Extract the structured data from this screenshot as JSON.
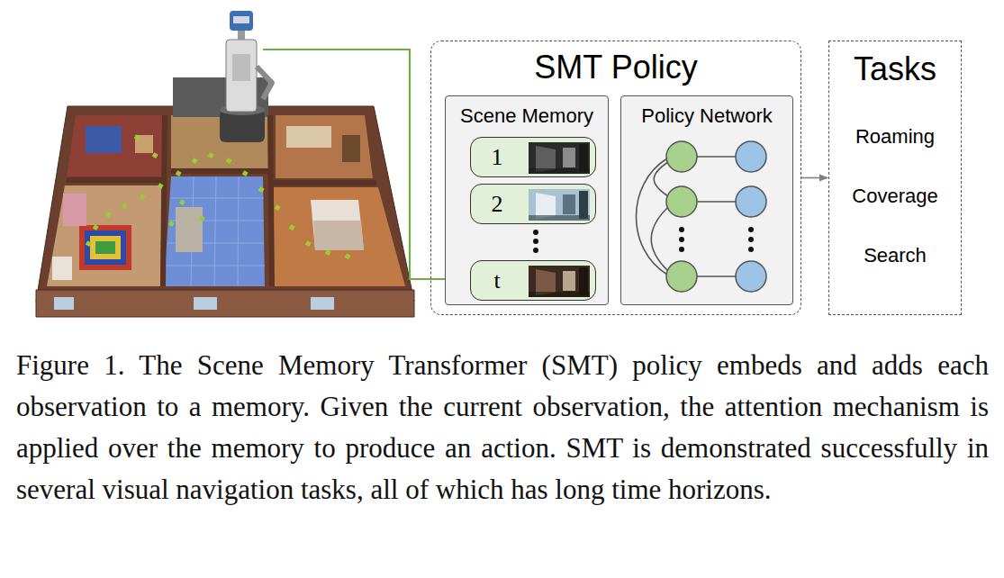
{
  "diagram": {
    "caption": "Figure 1. The Scene Memory Transformer (SMT) policy embeds and adds each observation to a memory. Given the current observation, the attention mechanism is applied over the memory to produce an action. SMT is demonstrated successfully in several visual navigation tasks, all of which has long time horizons.",
    "nodes": [
      {
        "text": [
          "SMT Policy"
        ]
      },
      {
        "text": [
          "Scene Memory"
        ],
        "in": 0
      },
      {
        "text": [
          "1"
        ],
        "in": 1
      },
      {
        "text": [
          "2"
        ],
        "in": 1
      },
      {
        "text": [
          "t"
        ],
        "in": 1
      },
      {
        "text": [
          "Policy Network"
        ],
        "in": 0
      },
      {
        "text": [
          "Tasks",
          "Roaming",
          "Coverage",
          "Search"
        ]
      }
    ],
    "edges": [
      {
        "from": 0,
        "to": 6,
        "arrow": "to"
      }
    ]
  }
}
